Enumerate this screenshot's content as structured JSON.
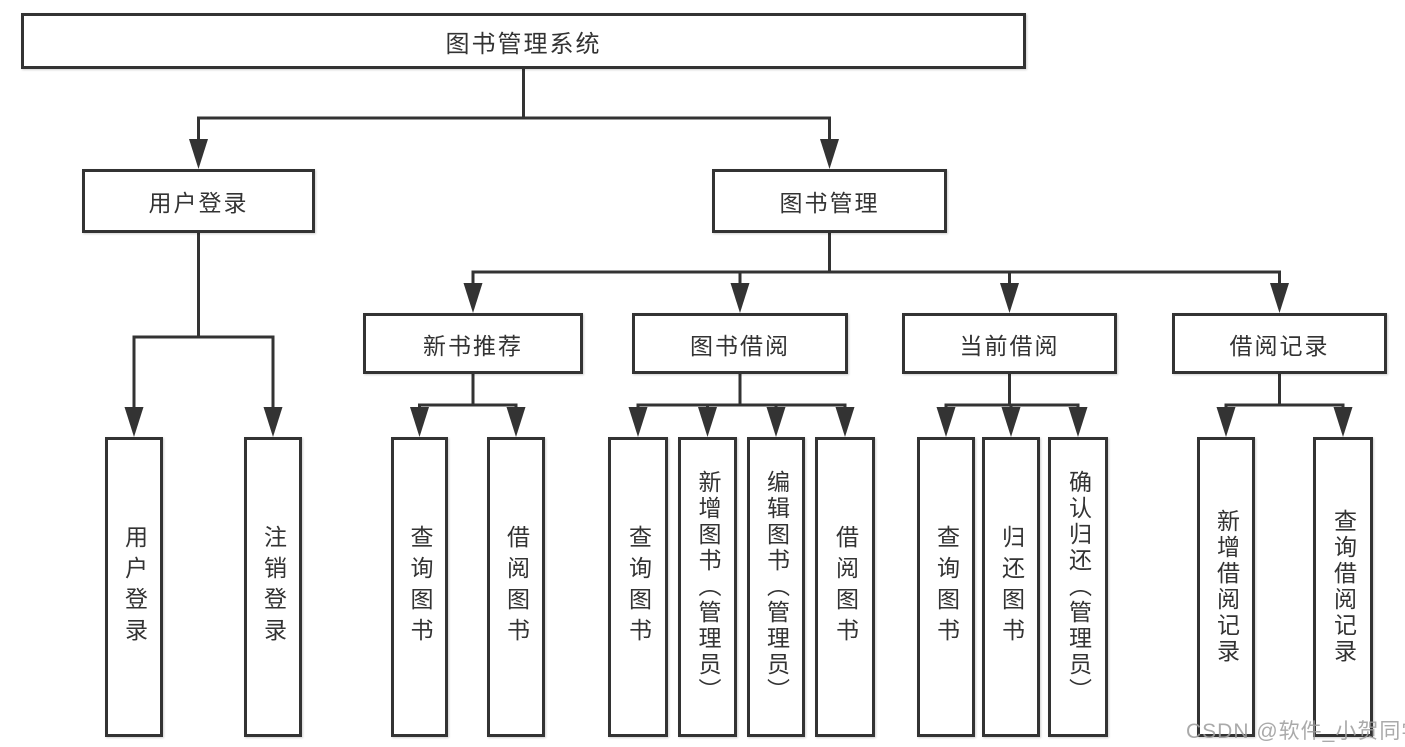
{
  "nodes": {
    "root": {
      "label": "图书管理系统"
    },
    "user_login": {
      "label": "用户登录"
    },
    "book_mgmt": {
      "label": "图书管理"
    },
    "new_book_rec": {
      "label": "新书推荐"
    },
    "book_borrow": {
      "label": "图书借阅"
    },
    "current_borrow": {
      "label": "当前借阅"
    },
    "borrow_records": {
      "label": "借阅记录"
    }
  },
  "leaves": {
    "user_login": [
      "用户登录",
      "注销登录"
    ],
    "new_book_rec": [
      "查询图书",
      "借阅图书"
    ],
    "book_borrow": [
      "查询图书",
      "新增图书（管理员）",
      "编辑图书（管理员）",
      "借阅图书"
    ],
    "current_borrow": [
      "查询图书",
      "归还图书",
      "确认归还（管理员）"
    ],
    "borrow_records": [
      "新增借阅记录",
      "查询借阅记录"
    ]
  },
  "watermark": "CSDN @软件_小贺同学",
  "colors": {
    "line": "#333333",
    "box_border": "#333333",
    "text": "#333333",
    "watermark": "#9e9e9e",
    "background": "#ffffff"
  }
}
